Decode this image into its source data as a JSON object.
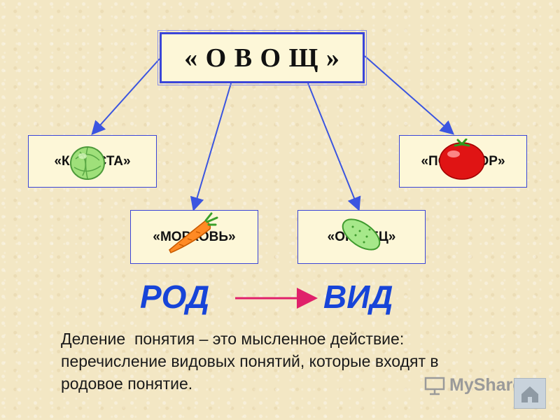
{
  "diagram": {
    "root": "« О В О Щ »",
    "nodes": [
      {
        "id": "cabbage",
        "label": "«КАПУСТА»",
        "icon": "cabbage-icon"
      },
      {
        "id": "tomato",
        "label": "«ПОМИДОР»",
        "icon": "tomato-icon"
      },
      {
        "id": "carrot",
        "label": "«МОРКОВЬ»",
        "icon": "carrot-icon"
      },
      {
        "id": "cucumber",
        "label": "«ОГУРЕЦ»",
        "icon": "cucumber-icon"
      }
    ],
    "relation": {
      "from": "РОД",
      "to": "ВИД"
    }
  },
  "definition": {
    "line1": "Деление  понятия – это мысленное действие:",
    "line2": "перечисление видовых понятий, которые входят в",
    "line3": "родовое понятие."
  },
  "watermark": "MyShared",
  "colors": {
    "background": "#f3e7c4",
    "box_border": "#3a45d8",
    "arrow": "#3b55e0",
    "relation_text": "#1744d8",
    "relation_arrow": "#e0206a"
  }
}
